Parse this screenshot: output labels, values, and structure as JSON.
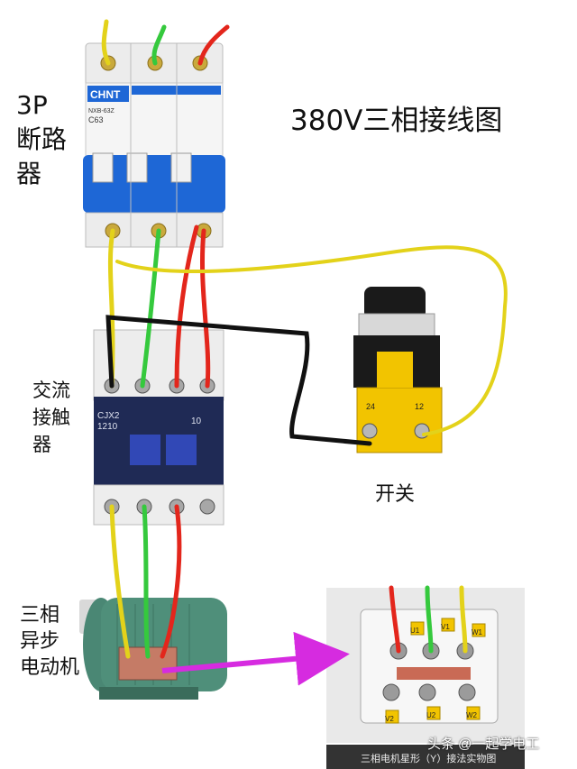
{
  "title": "380V三相接线图",
  "breaker": {
    "label_lines": [
      "3P",
      "断路",
      "器"
    ],
    "brand": "CHNT",
    "model": "NXB-63Z",
    "rating": "C63"
  },
  "contactor": {
    "label_lines": [
      "交流",
      "接触",
      "器"
    ],
    "model": "CJX2",
    "code": "1210",
    "aux": "10"
  },
  "switch": {
    "label": "开关",
    "terminal_left": "24",
    "terminal_right": "12"
  },
  "motor": {
    "label_lines": [
      "三相",
      "异步",
      "电动机"
    ]
  },
  "terminal_box": {
    "tags": [
      "U1",
      "V1",
      "W1",
      "V2",
      "U2",
      "W2"
    ],
    "caption": "三相电机星形（Y）接法实物图"
  },
  "watermark": "头条 @一起学电工",
  "colors": {
    "phase_yellow": "#e3d21a",
    "phase_green": "#35c93d",
    "phase_red": "#e3261c",
    "control_black": "#111111",
    "arrow_magenta": "#d62be0",
    "breaker_blue": "#1e67d6",
    "contactor_navy": "#1f2a55",
    "motor_green": "#4f8f7a"
  }
}
